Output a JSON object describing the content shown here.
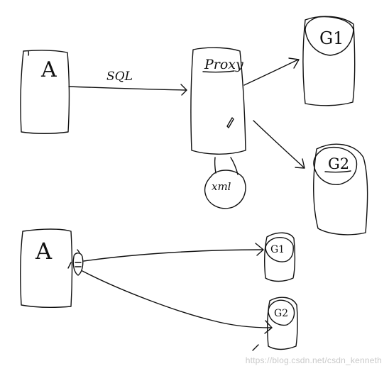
{
  "diagram": {
    "top": {
      "client_label": "A",
      "edge_label": "SQL",
      "proxy_label": "Proxy",
      "xml_label": "xml",
      "group1_label": "G1",
      "group2_label": "G2"
    },
    "bottom": {
      "client_label": "A",
      "group1_label": "G1",
      "group2_label": "G2"
    }
  },
  "watermark": "https://blog.csdn.net/csdn_kenneth"
}
